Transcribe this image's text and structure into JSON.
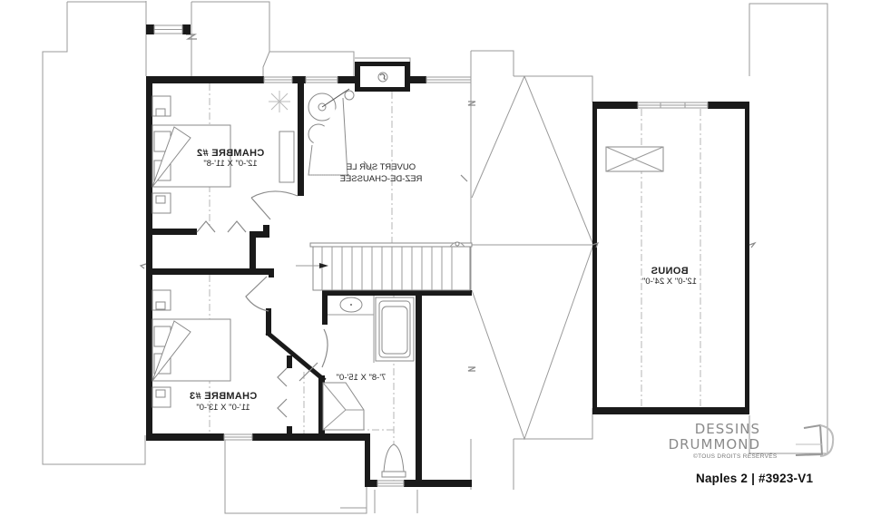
{
  "plan": {
    "title": "Naples 2 | #3923-V1",
    "rooms": [
      {
        "id": "chambre2",
        "name": "CHAMBRE #2",
        "dimensions": "12'-0\" X 11'-8\""
      },
      {
        "id": "chambre3",
        "name": "CHAMBRE #3",
        "dimensions": "11'-0\" X 13'-0\""
      },
      {
        "id": "bathroom",
        "name": "",
        "dimensions": "7'-8\" X 15'-0\""
      },
      {
        "id": "bonus",
        "name": "BONUS",
        "dimensions": "12'-0\" X 24'-0\""
      }
    ],
    "open_to_below": {
      "line1": "OUVERT SUR LE",
      "line2": "REZ-DE-CHAUSSÉE"
    },
    "text_mirrored": true
  },
  "branding": {
    "line1": "DESSINS",
    "line2": "DRUMMOND",
    "copyright": "©TOUS DROITS RÉSERVÉS",
    "caption": "Naples 2 | #3923-V1"
  },
  "colors": {
    "wall": "#1a1a1a",
    "outline": "#9a9a9a",
    "background": "#ffffff",
    "logo": "#8a8a8a"
  }
}
